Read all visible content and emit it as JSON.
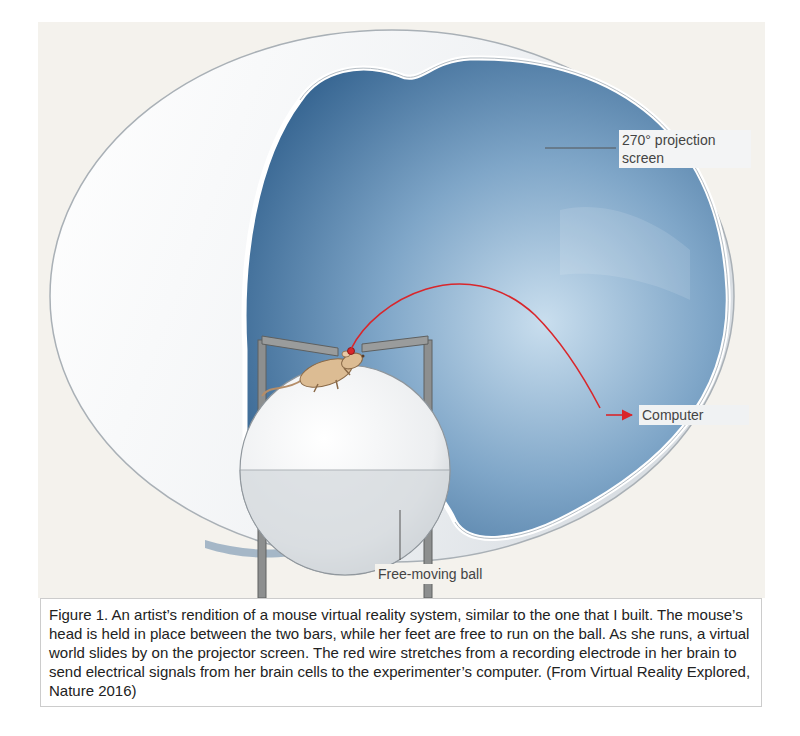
{
  "diagram": {
    "caption": "Figure 1. An artist’s rendition of a mouse virtual reality system, similar to the one that I built. The mouse’s head is held in place between the two bars, while her feet are free to run on the ball. As she runs, a virtual world slides by on the projector screen. The red wire stretches from a recording electrode in her brain to send electrical signals from her brain cells to the experimenter’s computer. (From Virtual Reality Explored, Nature 2016)",
    "labels": [
      "270° projection screen",
      "Computer",
      "Free-moving ball"
    ]
  }
}
